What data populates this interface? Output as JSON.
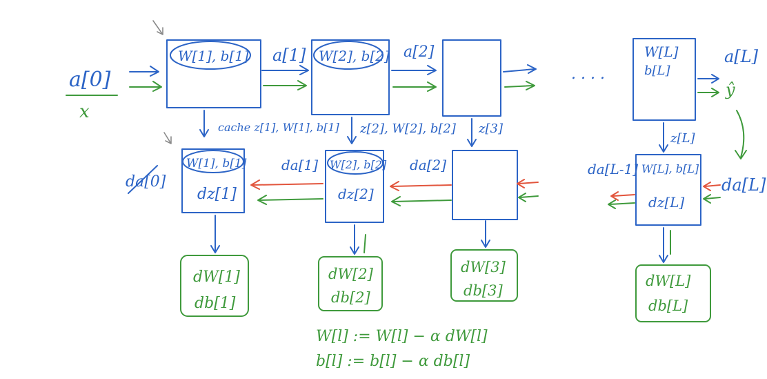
{
  "colors": {
    "forward": "#2c64c6",
    "backward": "#3f9a3c",
    "gradient": "#e2553d",
    "pointer": "#8a8a8a"
  },
  "forward": {
    "input_a0": "a[0]",
    "input_x": "x",
    "layer1_params": "W[1], b[1]",
    "a1": "a[1]",
    "layer2_params": "W[2], b[2]",
    "a2": "a[2]",
    "ellipsis": ". . . .",
    "layerL_W": "W[L]",
    "layerL_b": "b[L]",
    "aL": "a[L]",
    "yhat": "ŷ"
  },
  "cache": {
    "c1": "cache z[1], W[1], b[1]",
    "c2": "z[2], W[2], b[2]",
    "c3": "z[3]",
    "cL": "z[L]"
  },
  "backward": {
    "da0": "da[0]",
    "layer1_params": "W[1], b[1]",
    "dz1": "dz[1]",
    "da1": "da[1]",
    "layer2_params": "W[2], b[2]",
    "dz2": "dz[2]",
    "da2": "da[2]",
    "daL_minus_1": "da[L-1]",
    "layerL_params": "W[L], b[L]",
    "dzL": "dz[L]",
    "daL": "da[L]"
  },
  "gradients": [
    {
      "dW": "dW[1]",
      "db": "db[1]"
    },
    {
      "dW": "dW[2]",
      "db": "db[2]"
    },
    {
      "dW": "dW[3]",
      "db": "db[3]"
    },
    {
      "dW": "dW[L]",
      "db": "db[L]"
    }
  ],
  "update": {
    "w_rule": "W[l] := W[l] − α dW[l]",
    "b_rule": "b[l] := b[l] − α db[l]"
  }
}
